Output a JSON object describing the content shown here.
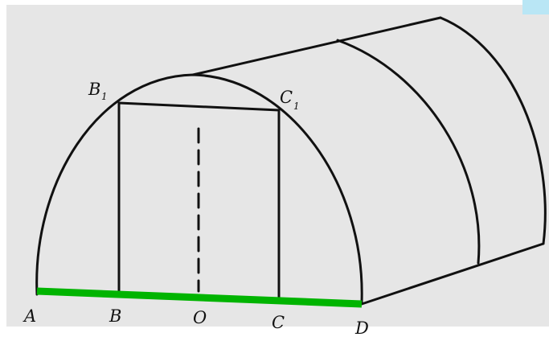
{
  "diagram": {
    "points": {
      "A": "A",
      "B": "B",
      "O": "O",
      "C": "C",
      "D": "D",
      "B1": {
        "letter": "B",
        "subscript": "1"
      },
      "C1": {
        "letter": "C",
        "subscript": "1"
      }
    },
    "colors": {
      "background": "#e6e6e6",
      "stroke": "#111111",
      "base_highlight": "#00b400",
      "corner_accent": "#b9e6f5"
    }
  }
}
